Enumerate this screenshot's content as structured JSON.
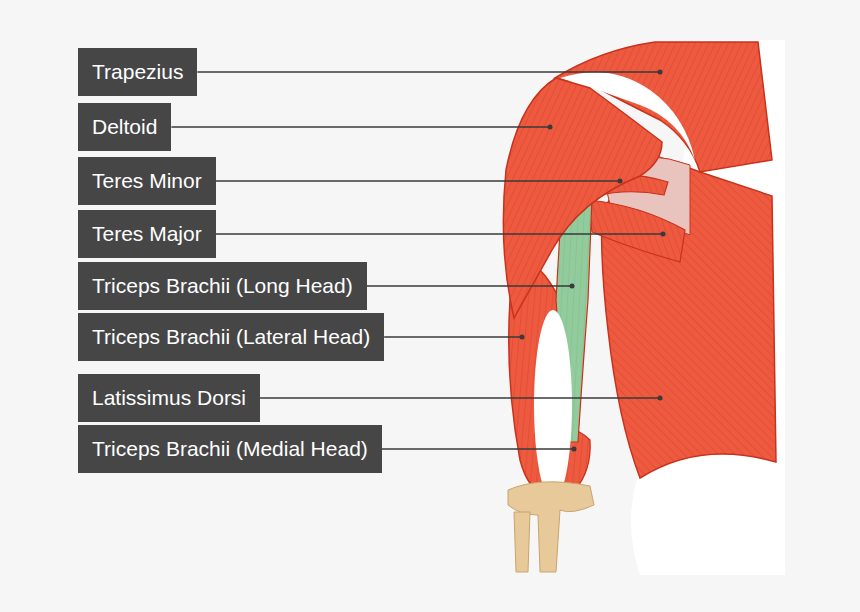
{
  "diagram": {
    "nodes": [
      {
        "text": [
          "Trapezius"
        ]
      },
      {
        "text": [
          "Deltoid"
        ]
      },
      {
        "text": [
          "Teres Minor"
        ]
      },
      {
        "text": [
          "Teres Major"
        ]
      },
      {
        "text": [
          "Triceps Brachii (Long Head)"
        ]
      },
      {
        "text": [
          "Triceps Brachii (Lateral Head)"
        ]
      },
      {
        "text": [
          "Latissimus Dorsi"
        ]
      },
      {
        "text": [
          "Triceps Brachii (Medial Head)"
        ]
      }
    ]
  }
}
